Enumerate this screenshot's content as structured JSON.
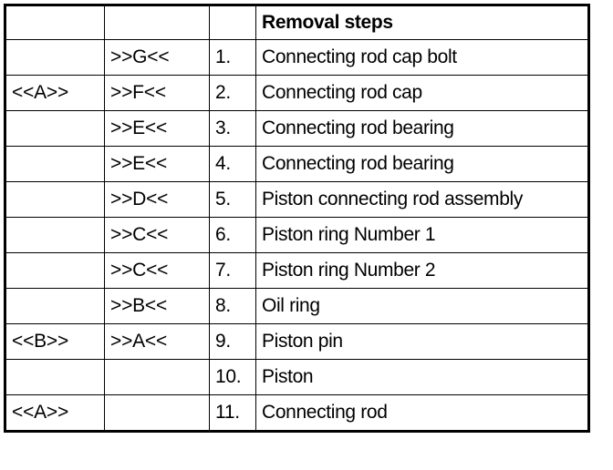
{
  "table": {
    "headers": {
      "group": "",
      "letter": "",
      "number": "",
      "step": "Removal steps"
    },
    "rows": [
      {
        "group": "",
        "letter": ">>G<<",
        "number": "1.",
        "step": "Connecting rod cap bolt"
      },
      {
        "group": "<<A>>",
        "letter": ">>F<<",
        "number": "2.",
        "step": "Connecting rod cap"
      },
      {
        "group": "",
        "letter": ">>E<<",
        "number": "3.",
        "step": "Connecting rod bearing"
      },
      {
        "group": "",
        "letter": ">>E<<",
        "number": "4.",
        "step": "Connecting rod bearing"
      },
      {
        "group": "",
        "letter": ">>D<<",
        "number": "5.",
        "step": "Piston connecting rod assembly"
      },
      {
        "group": "",
        "letter": ">>C<<",
        "number": "6.",
        "step": "Piston ring Number 1"
      },
      {
        "group": "",
        "letter": ">>C<<",
        "number": "7.",
        "step": "Piston ring Number 2"
      },
      {
        "group": "",
        "letter": ">>B<<",
        "number": "8.",
        "step": "Oil ring"
      },
      {
        "group": "<<B>>",
        "letter": ">>A<<",
        "number": "9.",
        "step": "Piston pin"
      },
      {
        "group": "",
        "letter": "",
        "number": "10.",
        "step": "Piston"
      },
      {
        "group": "<<A>>",
        "letter": "",
        "number": "11.",
        "step": "Connecting rod"
      }
    ]
  },
  "colors": {
    "rule": "#000000",
    "text": "#000000",
    "background": "#ffffff"
  }
}
